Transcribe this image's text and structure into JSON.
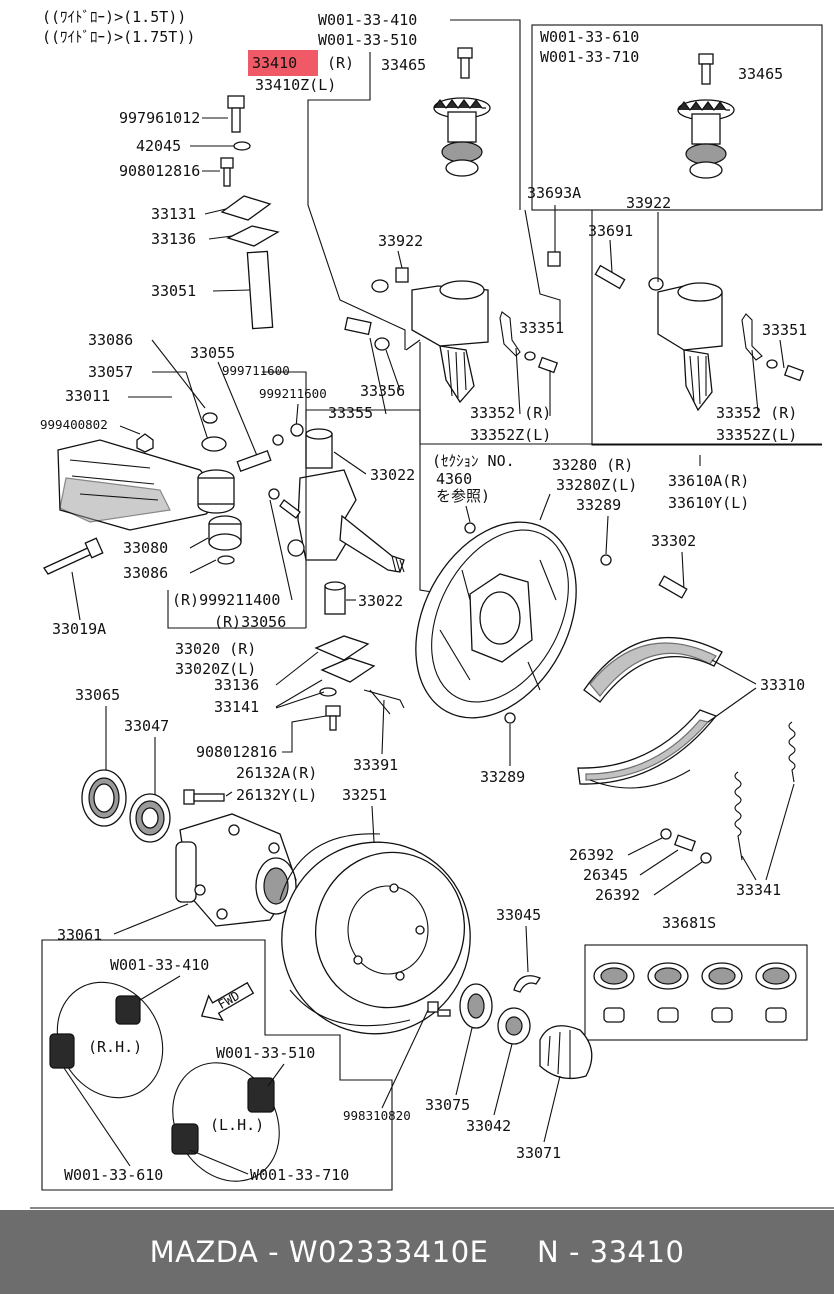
{
  "header_notes": [
    "((ﾜｲﾄﾞﾛｰ)>(1.5T))",
    "((ﾜｲﾄﾞﾛｰ)>(1.75T))"
  ],
  "highlight": {
    "part_no": "33410",
    "color": "#f05a66"
  },
  "callouts": {
    "33410": "33410",
    "33410_r": "(R)",
    "33410z": "33410Z(L)",
    "w_410": "W001-33-410",
    "w_510": "W001-33-510",
    "w_610": "W001-33-610",
    "w_710": "W001-33-710",
    "33465_a": "33465",
    "33465_b": "33465",
    "997961012": "997961012",
    "42045": "42045",
    "908012816_a": "908012816",
    "33131": "33131",
    "33136_a": "33136",
    "33051": "33051",
    "33086_a": "33086",
    "33055": "33055",
    "33057": "33057",
    "999711600": "999711600",
    "999211600": "999211600",
    "33011": "33011",
    "999400802": "999400802",
    "33355": "33355",
    "33356": "33356",
    "33922_a": "33922",
    "33922_b": "33922",
    "33693a": "33693A",
    "33691": "33691",
    "33351_a": "33351",
    "33351_b": "33351",
    "33352_a": "33352  (R)",
    "33352z_a": "33352Z(L)",
    "33352_b": "33352  (R)",
    "33352z_b": "33352Z(L)",
    "33022_a": "33022",
    "33022_b": "33022",
    "33280": "33280 (R)",
    "33280z": "33280Z(L)",
    "33610a": "33610A(R)",
    "33610y": "33610Y(L)",
    "sec_note_1": "(ｾｸｼｮﾝ NO.",
    "sec_note_2": "4360",
    "sec_note_3": "を参照)",
    "33289_a": "33289",
    "33289_b": "33289",
    "33302": "33302",
    "33080": "33080",
    "33086_b": "33086",
    "999211400": "(R)999211400",
    "33056": "(R)33056",
    "33019a": "33019A",
    "33020": "33020 (R)",
    "33020z": "33020Z(L)",
    "33136_b": "33136",
    "33141": "33141",
    "908012816_b": "908012816",
    "33310": "33310",
    "33065": "33065",
    "33047": "33047",
    "33391": "33391",
    "26132a": "26132A(R)",
    "26132y": "26132Y(L)",
    "33251": "33251",
    "26392_a": "26392",
    "26345": "26345",
    "26392_b": "26392",
    "33341": "33341",
    "33061": "33061",
    "33045": "33045",
    "33681s": "33681S",
    "fwd": "FWD",
    "rh": "(R.H.)",
    "lh": "(L.H.)",
    "998310820": "998310820",
    "33075": "33075",
    "33042": "33042",
    "33071": "33071"
  },
  "footer_text": "MAZDA - W02333410E     N - 33410"
}
